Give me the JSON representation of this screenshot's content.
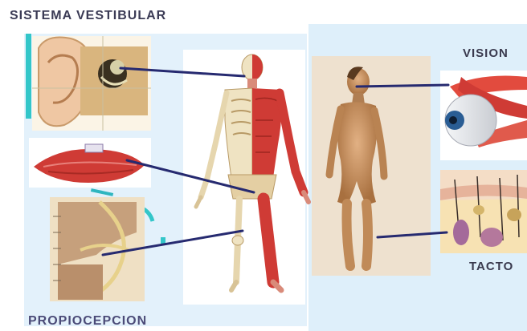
{
  "labels": {
    "vestibular": "SISTEMA VESTIBULAR",
    "proprioception": "PROPIOCEPCION",
    "vision": "VISION",
    "touch": "TACTO"
  },
  "colors": {
    "left_panel_bg": "#e3f1fb",
    "right_panel_bg": "#deeffa",
    "connector": "#262a70",
    "muscle": "#cf3b35",
    "bone": "#efe3c2",
    "skin": "#c99567",
    "photo_bg": "#eee1cf",
    "accent_cyan": "#33c6c9"
  },
  "icons": [
    "inner-ear-illustration",
    "muscle-illustration",
    "knee-joint-illustration",
    "anatomy-figure",
    "human-figure",
    "eye-illustration",
    "skin-layers-illustration"
  ]
}
